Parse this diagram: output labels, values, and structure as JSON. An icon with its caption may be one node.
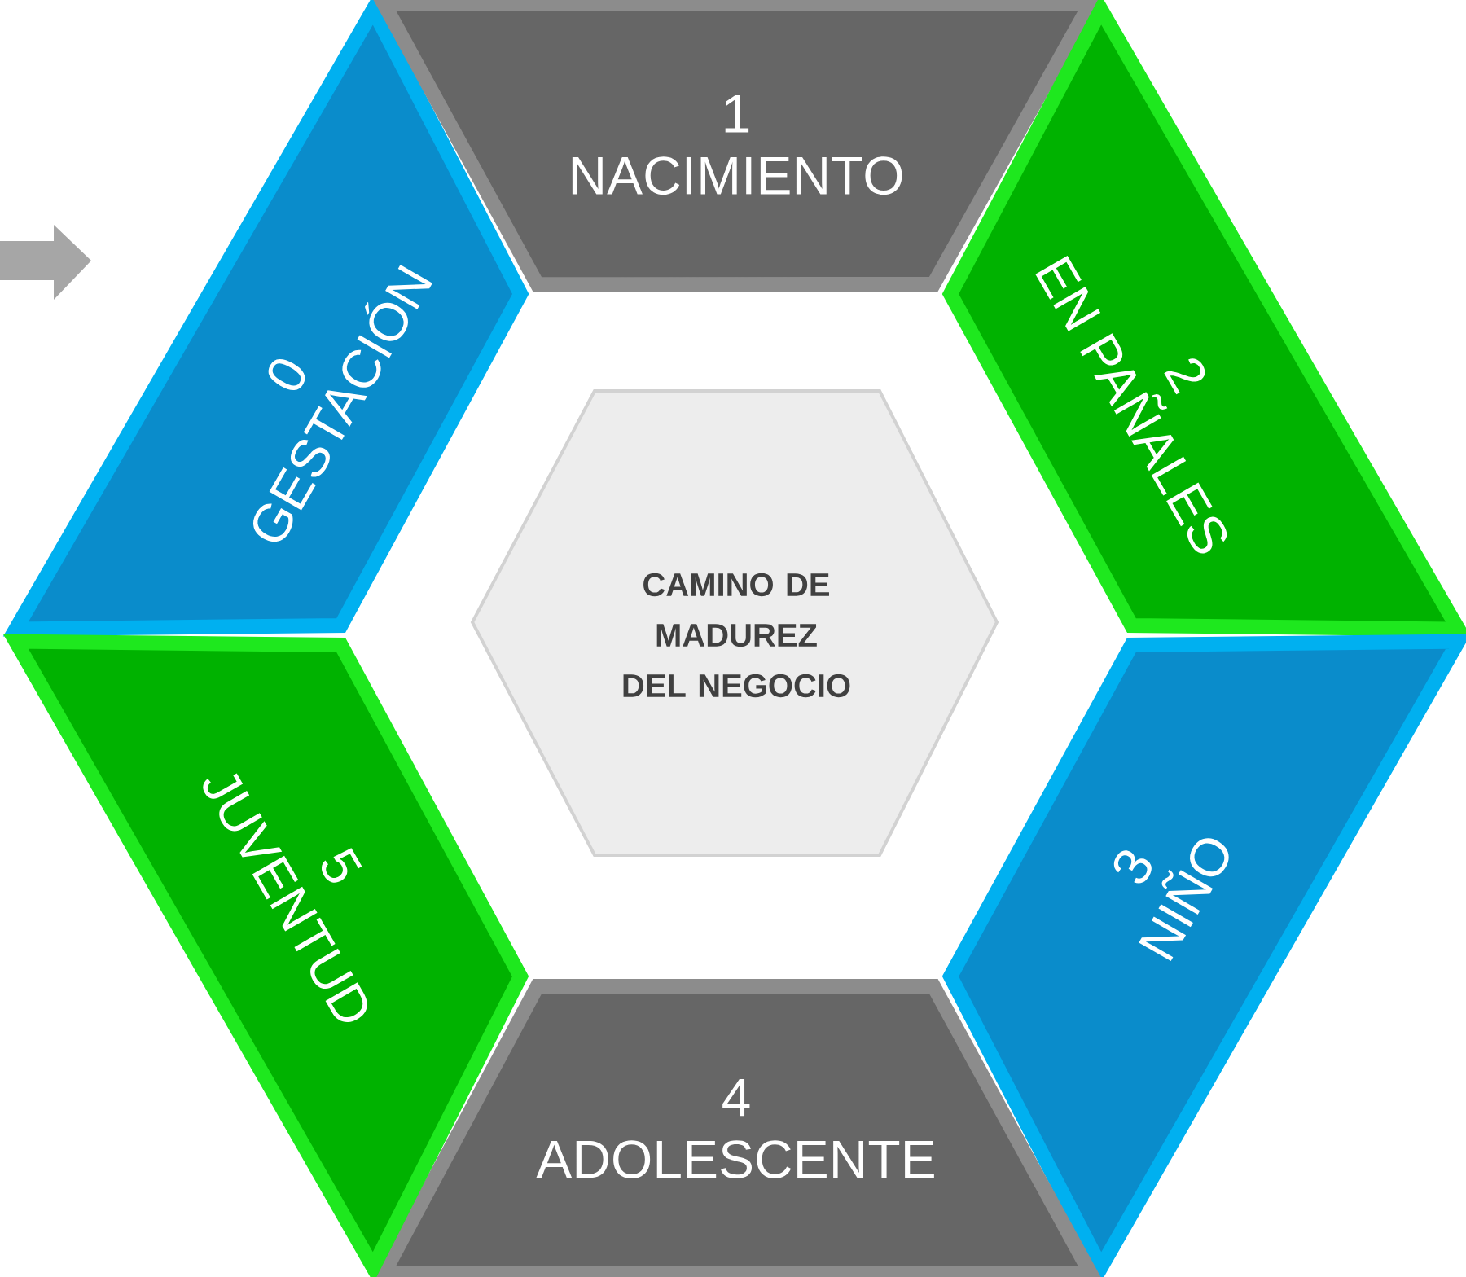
{
  "diagram": {
    "nodes": [
      {
        "text": [
          "0",
          "GESTACIÓN"
        ]
      },
      {
        "text": [
          "1",
          "NACIMIENTO"
        ]
      },
      {
        "text": [
          "2",
          "EN PAÑALES"
        ]
      },
      {
        "text": [
          "3",
          "NIÑO"
        ]
      },
      {
        "text": [
          "4",
          "ADOLESCENTE"
        ]
      },
      {
        "text": [
          "5",
          "JUVENTUD"
        ]
      },
      {
        "text": [
          "CAMINO DE MADUREZ DEL NEGOCIO"
        ]
      }
    ],
    "edges": []
  }
}
